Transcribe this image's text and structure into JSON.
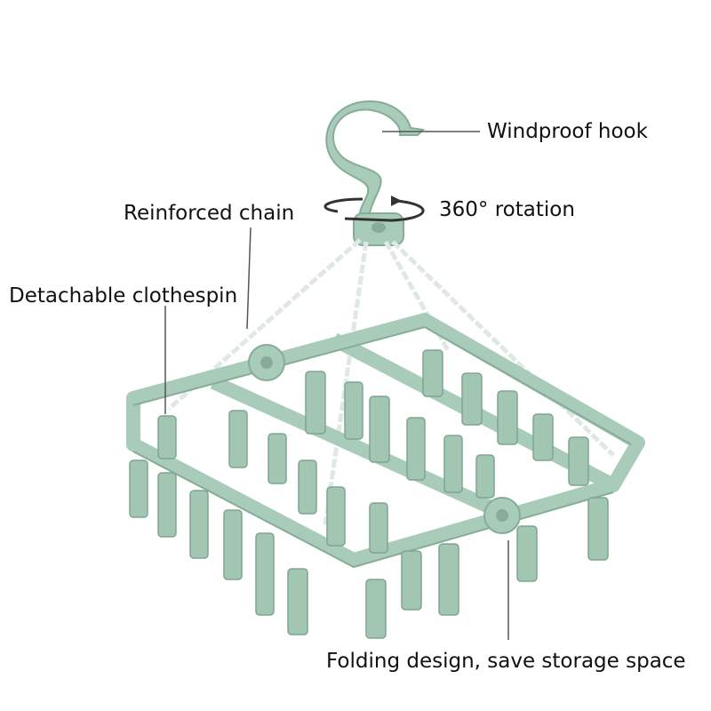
{
  "labels": {
    "hook": "Windproof hook",
    "rotation": "360° rotation",
    "chain": "Reinforced chain",
    "clothespin": "Detachable clothespin",
    "folding": "Folding design, save storage space"
  },
  "colors": {
    "frame": "#a9cbb9",
    "frame_dark": "#86ad98",
    "pin": "#a3c6b3",
    "pin_dark": "#7ea592",
    "chain": "#e6ecec",
    "leader": "#555555"
  }
}
